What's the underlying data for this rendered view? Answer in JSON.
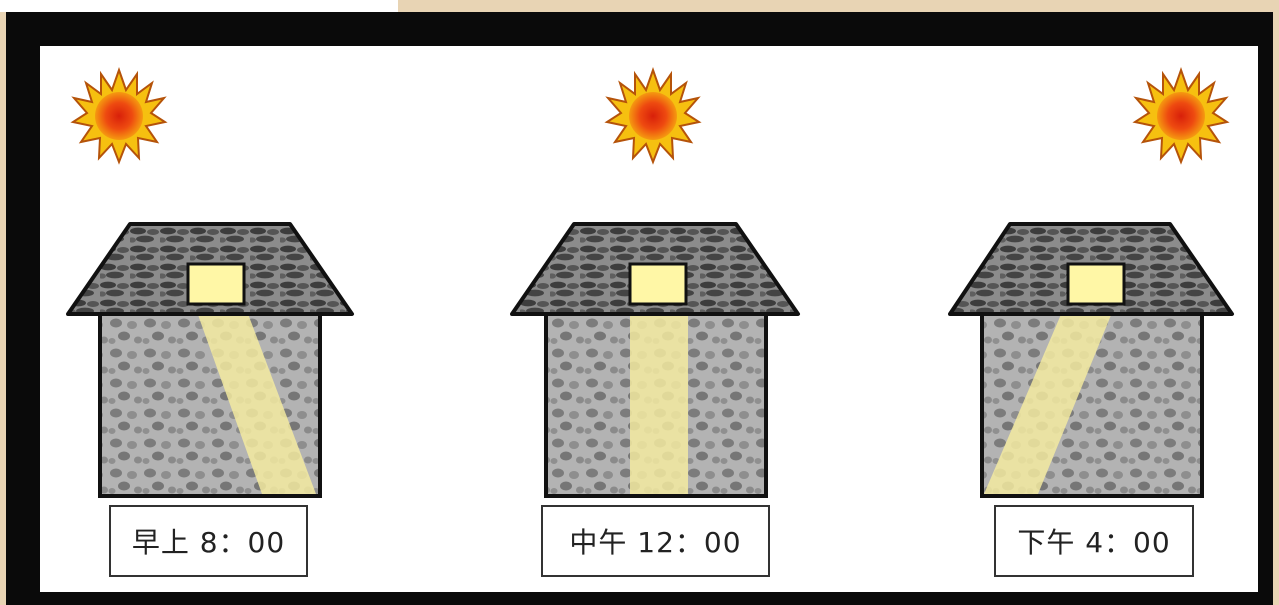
{
  "scenes": [
    {
      "id": "morning",
      "time_label": "早上 8：00"
    },
    {
      "id": "noon",
      "time_label": "中午 12：00"
    },
    {
      "id": "afternoon",
      "time_label": "下午 4：00"
    }
  ],
  "colors": {
    "sun_outer": "#f6a800",
    "sun_inner": "#e23a0e",
    "roof": "#5a5a5a",
    "wall": "#a9a9a9",
    "skylight": "#fff7a6",
    "light_beam": "#f3eaa0",
    "frame": "#0a0a0a",
    "background": "#e8d4b4"
  },
  "icons": [
    "sun-icon",
    "house-icon",
    "skylight-icon",
    "light-beam"
  ]
}
